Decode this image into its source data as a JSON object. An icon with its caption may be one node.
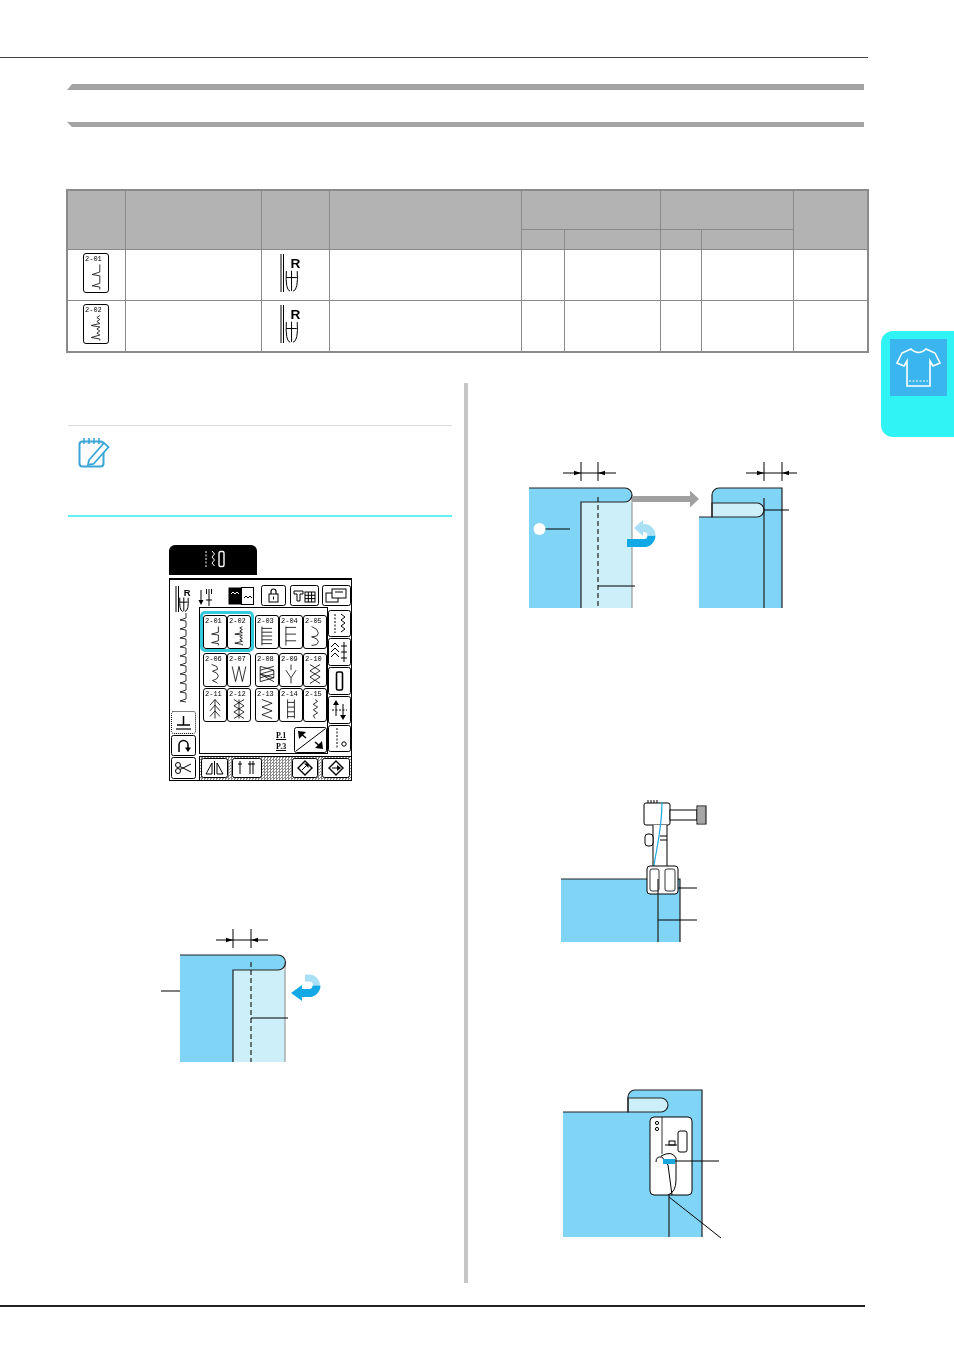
{
  "diagram": {
    "nodes": [
      {
        "text": [],
        "shape": "picture"
      },
      {
        "text": [],
        "shape": "line",
        "in": 0
      },
      {
        "text": [],
        "shape": "picture"
      },
      {
        "text": [],
        "shape": "circle",
        "in": 2
      },
      {
        "text": [],
        "shape": "line",
        "in": 2
      },
      {
        "text": [],
        "shape": "picture"
      },
      {
        "text": [],
        "shape": "line",
        "in": 5
      },
      {
        "text": [],
        "shape": "box"
      },
      {
        "text": [],
        "shape": "line"
      },
      {
        "text": [],
        "shape": "bar"
      },
      {
        "text": [],
        "shape": "line"
      }
    ],
    "edges": [
      {
        "from": null,
        "to": 0,
        "arrow": "none"
      },
      {
        "from": null,
        "to": 1,
        "arrow": "none"
      },
      {
        "from": 3,
        "to": null,
        "arrow": "none"
      },
      {
        "from": null,
        "to": 4,
        "arrow": "none"
      },
      {
        "from": 2,
        "to": 5,
        "arrow": "to",
        "style": "thick",
        "color": "#a0a0a0"
      },
      {
        "from": null,
        "to": 6,
        "arrow": "none"
      },
      {
        "from": null,
        "to": 7,
        "arrow": "none"
      },
      {
        "from": null,
        "to": 8,
        "arrow": "none"
      },
      {
        "from": null,
        "to": 9,
        "arrow": "none"
      },
      {
        "from": null,
        "to": 10,
        "arrow": "none"
      }
    ],
    "labels": [
      "2-01",
      "R",
      "2-02",
      "R",
      "R",
      "2-01",
      "2-02",
      "2-03",
      "2-04",
      "2-05",
      "2-06",
      "2-07",
      "2-08",
      "2-09",
      "2-10",
      "2-11",
      "2-12",
      "2-13",
      "2-14",
      "2-15",
      "P.1",
      "P.3"
    ]
  }
}
